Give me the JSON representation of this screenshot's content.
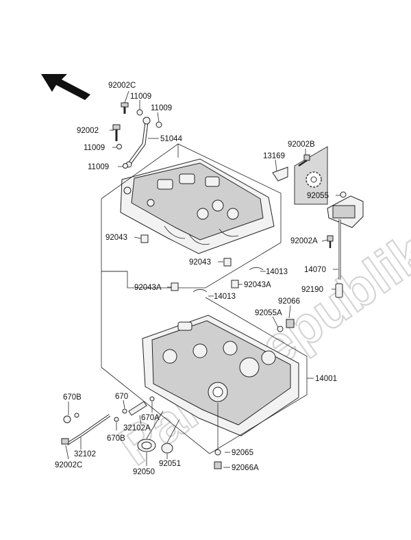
{
  "watermark": "PartsRepublik",
  "labels": {
    "p92002C_top": "92002C",
    "p11009_a": "11009",
    "p11009_b": "11009",
    "p92002_left": "92002",
    "p51044": "51044",
    "p11009_c": "11009",
    "p11009_d": "11009",
    "p92002B": "92002B",
    "p13169": "13169",
    "p92055": "92055",
    "p92043_left": "92043",
    "p92002A": "92002A",
    "p92043_mid": "92043",
    "p14013_right": "14013",
    "p14070": "14070",
    "p92043A_left": "92043A",
    "p92043A_right": "92043A",
    "p92190": "92190",
    "p14013_mid": "14013",
    "p92066": "92066",
    "p92055A": "92055A",
    "p14001": "14001",
    "p670B_top": "670B",
    "p670": "670",
    "p670A": "670A",
    "p32102A": "32102A",
    "p670B_bot": "670B",
    "p32102": "32102",
    "p92002C_bot": "92002C",
    "p92050": "92050",
    "p92051": "92051",
    "p92065": "92065",
    "p92066A": "92066A"
  }
}
